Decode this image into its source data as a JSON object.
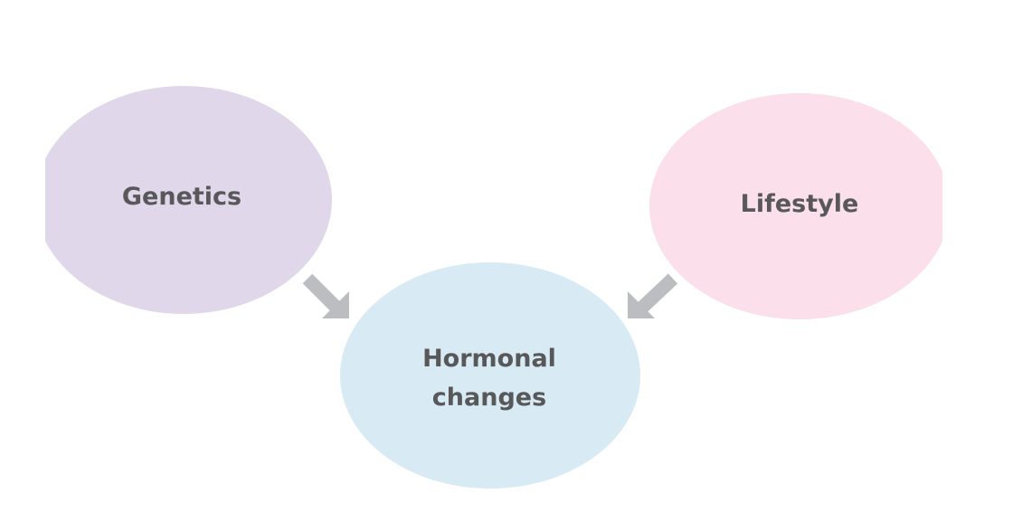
{
  "nodes": {
    "genetics": {
      "label": "Genetics",
      "color": "#e0d7ea"
    },
    "lifestyle": {
      "label": "Lifestyle",
      "color": "#fbdfea"
    },
    "hormonal": {
      "label_line1": "Hormonal",
      "label_line2": "changes",
      "color": "#d8eaf3"
    }
  },
  "arrow_color": "#bcbdc0",
  "edges": [
    {
      "from": "genetics",
      "to": "hormonal"
    },
    {
      "from": "lifestyle",
      "to": "hormonal"
    }
  ]
}
